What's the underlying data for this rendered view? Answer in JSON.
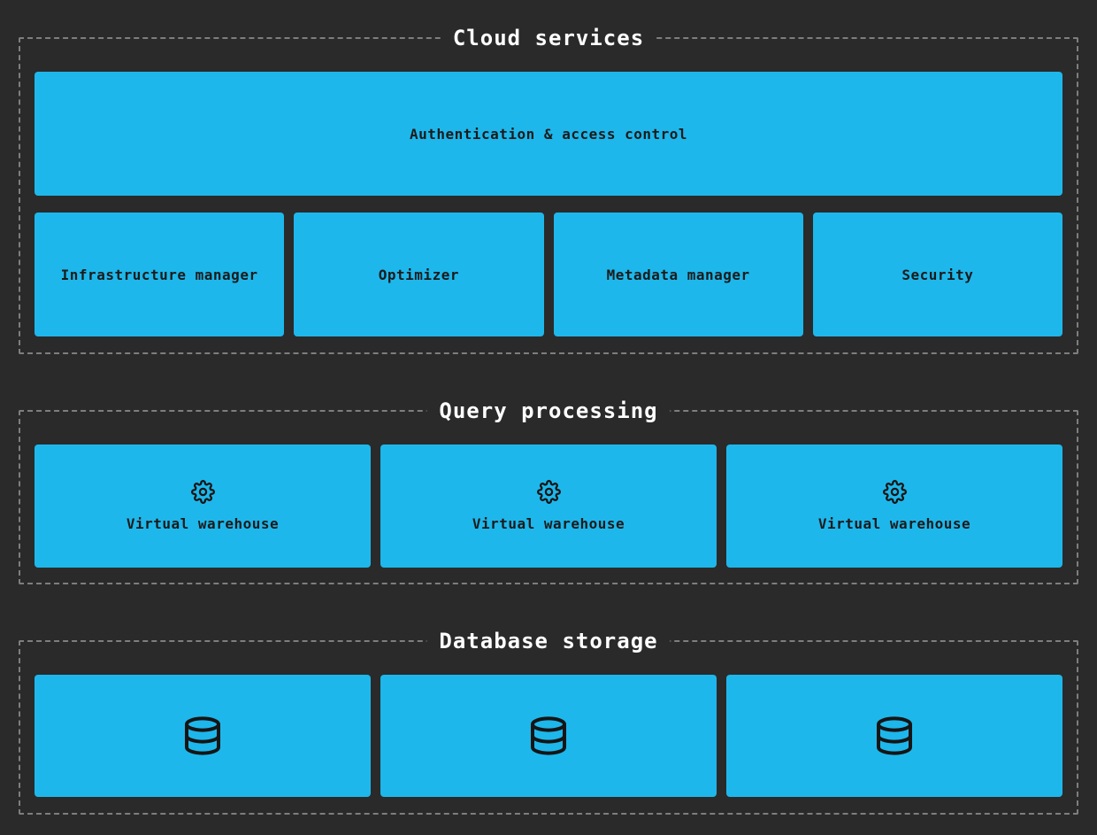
{
  "colors": {
    "page_background": "#2a2a2a",
    "box_fill": "#1eb7eb",
    "box_text": "#1b1b1b",
    "section_border": "#7e7e7e",
    "section_title_text": "#ffffff",
    "icon_stroke": "#151515"
  },
  "sections": [
    {
      "id": "cloud-services",
      "title": "Cloud services",
      "rows": [
        {
          "boxes": [
            {
              "label": "Authentication & access control"
            }
          ]
        },
        {
          "boxes": [
            {
              "label": "Infrastructure manager"
            },
            {
              "label": "Optimizer"
            },
            {
              "label": "Metadata manager"
            },
            {
              "label": "Security"
            }
          ]
        }
      ]
    },
    {
      "id": "query-processing",
      "title": "Query processing",
      "rows": [
        {
          "boxes": [
            {
              "icon": "gear-icon",
              "label": "Virtual warehouse"
            },
            {
              "icon": "gear-icon",
              "label": "Virtual warehouse"
            },
            {
              "icon": "gear-icon",
              "label": "Virtual warehouse"
            }
          ]
        }
      ]
    },
    {
      "id": "database-storage",
      "title": "Database storage",
      "rows": [
        {
          "boxes": [
            {
              "icon": "database-icon"
            },
            {
              "icon": "database-icon"
            },
            {
              "icon": "database-icon"
            }
          ]
        }
      ]
    }
  ]
}
